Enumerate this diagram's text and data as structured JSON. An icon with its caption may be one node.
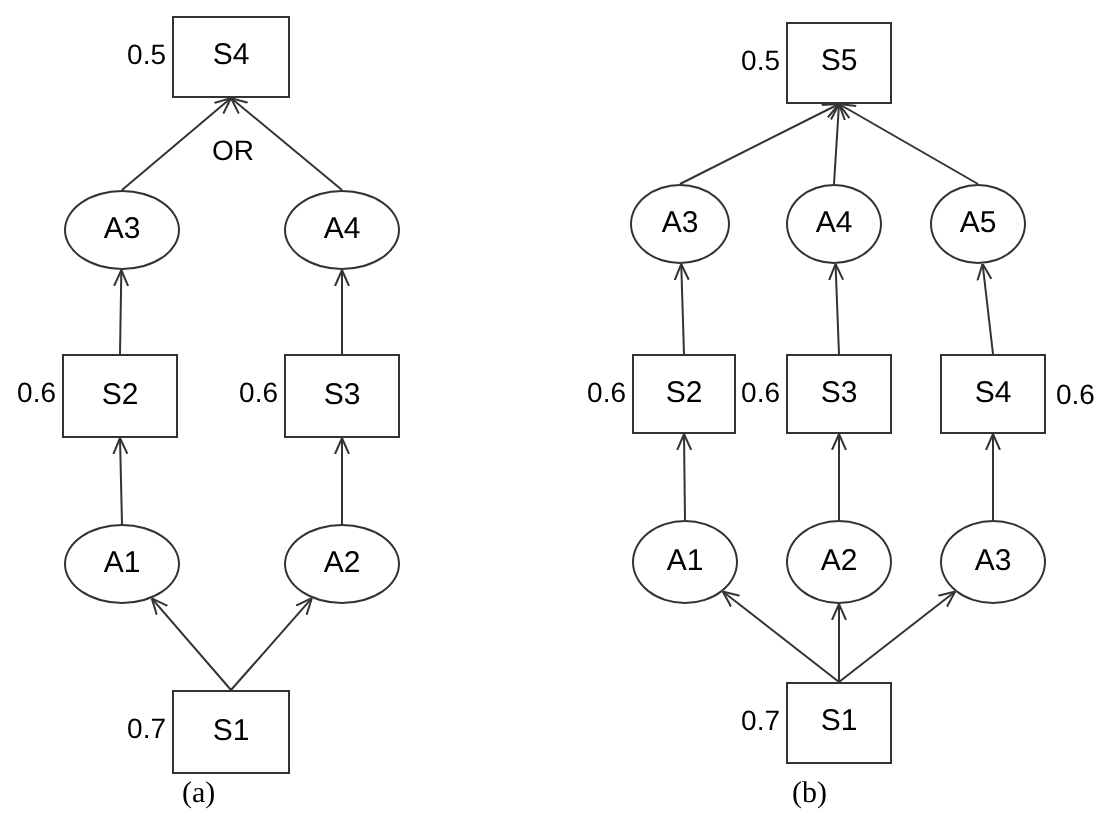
{
  "diagram": {
    "nodes": [
      {
        "text": [
          "S4"
        ],
        "beside": [
          "0.5"
        ]
      },
      {
        "text": [
          "A3"
        ]
      },
      {
        "text": [
          "A4"
        ]
      },
      {
        "text": [
          "S2"
        ],
        "beside": [
          "0.6"
        ]
      },
      {
        "text": [
          "S3"
        ],
        "beside": [
          "0.6"
        ]
      },
      {
        "text": [
          "A1"
        ]
      },
      {
        "text": [
          "A2"
        ]
      },
      {
        "text": [
          "S1"
        ],
        "beside": [
          "0.7"
        ]
      },
      {
        "text": [
          "S5"
        ],
        "beside": [
          "0.5"
        ]
      },
      {
        "text": [
          "A3"
        ]
      },
      {
        "text": [
          "A4"
        ]
      },
      {
        "text": [
          "A5"
        ]
      },
      {
        "text": [
          "S2"
        ],
        "beside": [
          "0.6"
        ]
      },
      {
        "text": [
          "S3"
        ],
        "beside": [
          "0.6"
        ]
      },
      {
        "text": [
          "S4"
        ],
        "beside": [
          "0.6"
        ]
      },
      {
        "text": [
          "A1"
        ]
      },
      {
        "text": [
          "A2"
        ]
      },
      {
        "text": [
          "A3"
        ]
      },
      {
        "text": [
          "S1"
        ],
        "beside": [
          "0.7"
        ]
      }
    ],
    "edges": [
      {
        "from": 7,
        "to": 5,
        "arrow": "to"
      },
      {
        "from": 7,
        "to": 6,
        "arrow": "to"
      },
      {
        "from": 5,
        "to": 3,
        "arrow": "to"
      },
      {
        "from": 6,
        "to": 4,
        "arrow": "to"
      },
      {
        "from": 3,
        "to": 1,
        "arrow": "to"
      },
      {
        "from": 4,
        "to": 2,
        "arrow": "to"
      },
      {
        "from": 1,
        "to": 0,
        "arrow": "to"
      },
      {
        "from": 2,
        "to": 0,
        "arrow": "to"
      },
      {
        "from": 18,
        "to": 15,
        "arrow": "to"
      },
      {
        "from": 18,
        "to": 16,
        "arrow": "to"
      },
      {
        "from": 18,
        "to": 17,
        "arrow": "to"
      },
      {
        "from": 15,
        "to": 12,
        "arrow": "to"
      },
      {
        "from": 16,
        "to": 13,
        "arrow": "to"
      },
      {
        "from": 17,
        "to": 14,
        "arrow": "to"
      },
      {
        "from": 12,
        "to": 9,
        "arrow": "to"
      },
      {
        "from": 13,
        "to": 10,
        "arrow": "to"
      },
      {
        "from": 14,
        "to": 11,
        "arrow": "to"
      },
      {
        "from": 9,
        "to": 8,
        "arrow": "to"
      },
      {
        "from": 10,
        "to": 8,
        "arrow": "to"
      },
      {
        "from": 11,
        "to": 8,
        "arrow": "to"
      }
    ],
    "labels": [
      "OR",
      "(a)",
      "(b)"
    ]
  }
}
